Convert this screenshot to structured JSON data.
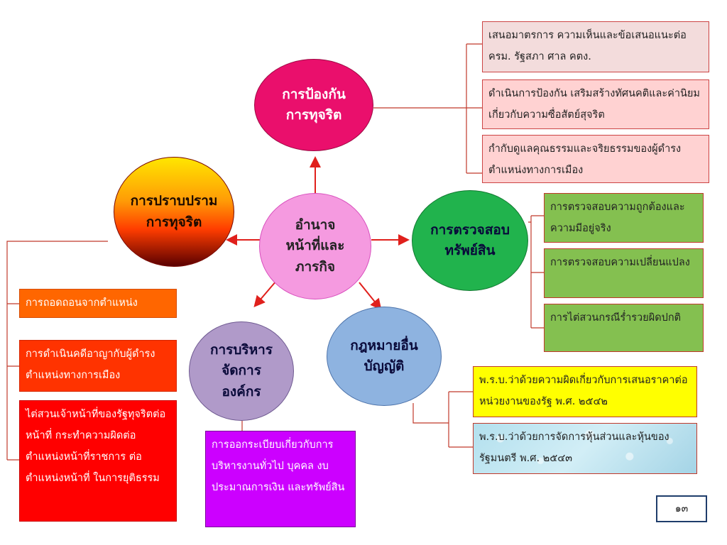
{
  "center": {
    "label": "อำนาจ\nหน้าที่และ\nภารกิจ"
  },
  "branches": {
    "prevention": {
      "label": "การป้องกัน\nการทุจริต",
      "items": [
        "เสนอมาตรการ ความเห็นและข้อเสนอแนะต่อ ครม. รัฐสภา ศาล คตง.",
        "ดำเนินการป้องกัน เสริมสร้างทัศนคติและค่านิยมเกี่ยวกับความซื่อสัตย์สุจริต",
        "กำกับดูแลคุณธรรมและจริยธรรมของผู้ดำรงตำแหน่งทางการเมือง"
      ]
    },
    "suppression": {
      "label": "การปราบปราม\nการทุจริต",
      "items": [
        "การถอดถอนจากตำแหน่ง",
        "การดำเนินคดีอาญากับผู้ดำรงตำแหน่งทางการเมือง",
        "ไต่สวนเจ้าหน้าที่ของรัฐทุจริตต่อหน้าที่ กระทำความผิดต่อตำแหน่งหน้าที่ราชการ ต่อตำแหน่งหน้าที่ ในการยุติธรรม"
      ]
    },
    "asset_audit": {
      "label": "การตรวจสอบ\nทรัพย์สิน",
      "items": [
        "การตรวจสอบความถูกต้องและความมีอยู่จริง",
        "การตรวจสอบความเปลี่ยนแปลง",
        "การไต่สวนกรณีร่ำรวยผิดปกติ"
      ]
    },
    "other_laws": {
      "label": "กฎหมายอื่น\nบัญญัติ",
      "items": [
        "พ.ร.บ.ว่าด้วยความผิดเกี่ยวกับการเสนอราคาต่อหน่วยงานของรัฐ พ.ศ. ๒๕๔๒",
        "พ.ร.บ.ว่าด้วยการจัดการหุ้นส่วนและหุ้นของรัฐมนตรี พ.ศ. ๒๕๔๓"
      ]
    },
    "administration": {
      "label": "การบริหาร\nจัดการ\nองค์กร",
      "items": [
        "การออกระเบียบเกี่ยวกับการบริหารงานทั่วไป บุคคล งบประมาณการเงิน และทรัพย์สิน"
      ]
    }
  },
  "page_number": "๑๓",
  "colors": {
    "arrow": "#e0201c",
    "connector": "#c0392b"
  }
}
